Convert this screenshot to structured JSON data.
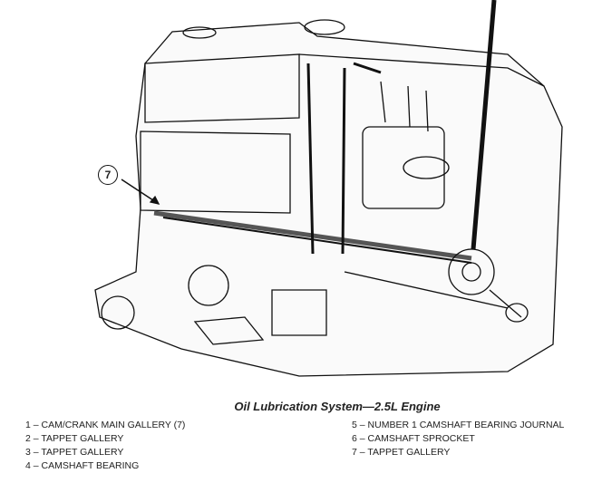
{
  "figure": {
    "callout": "7"
  },
  "caption": "Oil Lubrication System—2.5L Engine",
  "legend": [
    {
      "num": "1",
      "label": "CAM/CRANK MAIN GALLERY (7)"
    },
    {
      "num": "2",
      "label": "TAPPET GALLERY"
    },
    {
      "num": "3",
      "label": "TAPPET GALLERY"
    },
    {
      "num": "4",
      "label": "CAMSHAFT BEARING"
    },
    {
      "num": "5",
      "label": "NUMBER 1 CAMSHAFT BEARING JOURNAL"
    },
    {
      "num": "6",
      "label": "CAMSHAFT SPROCKET"
    },
    {
      "num": "7",
      "label": "TAPPET GALLERY"
    }
  ],
  "separator": "–"
}
